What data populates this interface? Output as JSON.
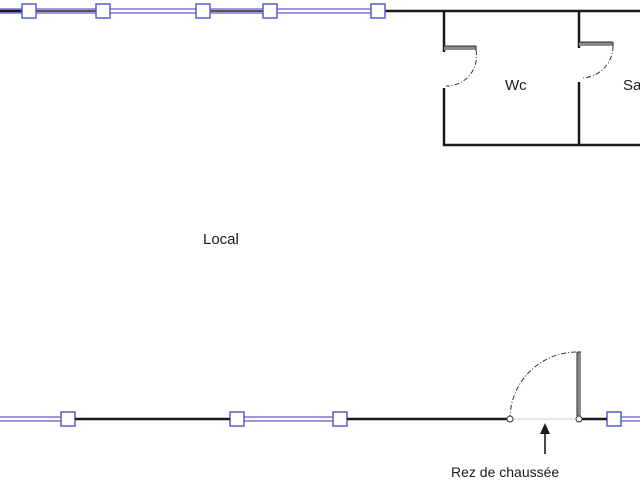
{
  "rooms": {
    "main": "Local",
    "wc": "Wc",
    "partial": "Sa"
  },
  "annotations": {
    "level": "Rez de chaussée"
  },
  "colors": {
    "wall": "#1a1a1a",
    "window": "#5c5cc7",
    "door": "#8a8a8a",
    "background": "#ffffff"
  }
}
